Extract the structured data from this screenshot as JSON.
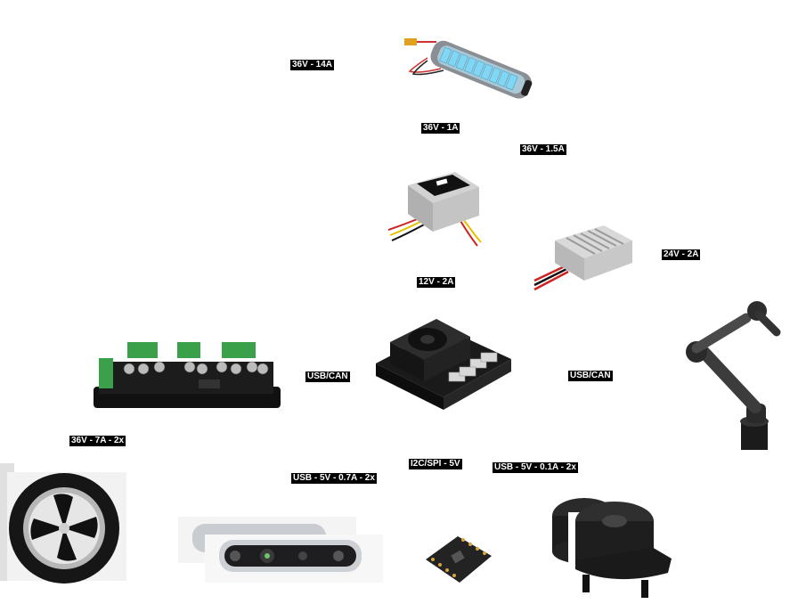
{
  "labels": {
    "battery_out": "36V - 14A",
    "to_converter_12v": "36V - 1A",
    "to_converter_24v": "36V - 1.5A",
    "converter_12v_out": "12V - 2A",
    "converter_24v_out": "24V - 2A",
    "motor_driver_link": "USB/CAN",
    "arm_link": "USB/CAN",
    "wheel_power": "36V - 7A - 2x",
    "camera_link": "USB - 5V - 0.7A - 2x",
    "imu_link": "I2C/SPI - 5V",
    "lidar_link": "USB - 5V - 0.1A - 2x"
  },
  "components": [
    {
      "id": "battery",
      "icon": "battery-pack-icon"
    },
    {
      "id": "converter-12v",
      "icon": "dc-dc-converter-icon"
    },
    {
      "id": "converter-24v",
      "icon": "dc-dc-converter-icon"
    },
    {
      "id": "motor-driver",
      "icon": "motor-driver-board-icon"
    },
    {
      "id": "compute",
      "icon": "jetson-compute-module-icon"
    },
    {
      "id": "robot-arm",
      "icon": "robot-arm-icon"
    },
    {
      "id": "wheel",
      "icon": "hub-motor-wheel-icon"
    },
    {
      "id": "depth-camera",
      "icon": "depth-camera-icon"
    },
    {
      "id": "imu",
      "icon": "imu-breakout-board-icon"
    },
    {
      "id": "lidar",
      "icon": "lidar-sensor-icon"
    }
  ],
  "colors": {
    "label_bg": "#000000",
    "label_text": "#ffffff",
    "battery_cells": "#7fd6f5"
  }
}
